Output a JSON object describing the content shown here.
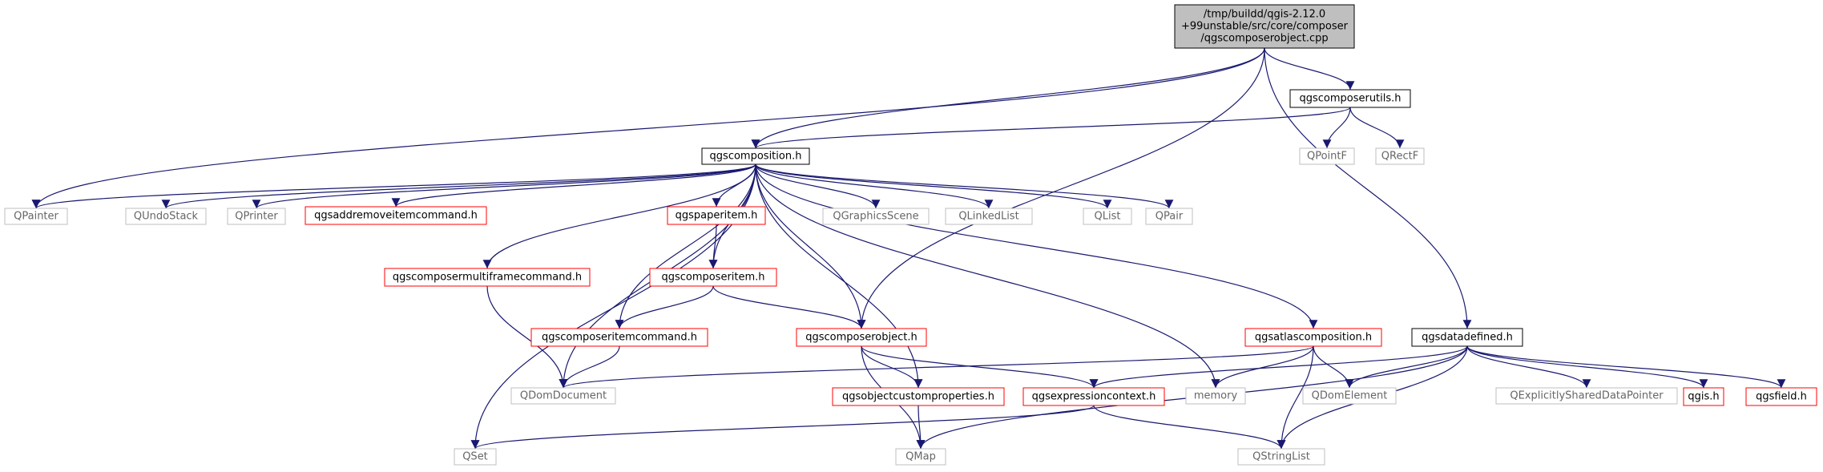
{
  "colors": {
    "edge": "#191970",
    "root_fill": "#bfbfbf",
    "node_text": "#000000",
    "muted_text": "#666666",
    "border_black": "#000000",
    "border_red": "#ff0000",
    "border_gray": "#bfbfbf"
  },
  "nodes": [
    {
      "id": "root",
      "lines": [
        "/tmp/buildd/qgis-2.12.0",
        "+99unstable/src/core/composer",
        "/qgscomposerobject.cpp"
      ],
      "style": "root"
    },
    {
      "id": "qgscomposerutils",
      "lines": [
        "qgscomposerutils.h"
      ],
      "style": "black"
    },
    {
      "id": "qgscomposition",
      "lines": [
        "qgscomposition.h"
      ],
      "style": "black"
    },
    {
      "id": "qpointf",
      "lines": [
        "QPointF"
      ],
      "style": "gray"
    },
    {
      "id": "qrectf",
      "lines": [
        "QRectF"
      ],
      "style": "gray"
    },
    {
      "id": "qpainter",
      "lines": [
        "QPainter"
      ],
      "style": "gray"
    },
    {
      "id": "qundostack",
      "lines": [
        "QUndoStack"
      ],
      "style": "gray"
    },
    {
      "id": "qprinter",
      "lines": [
        "QPrinter"
      ],
      "style": "gray"
    },
    {
      "id": "qgsaddremove",
      "lines": [
        "qgsaddremoveitemcommand.h"
      ],
      "style": "red"
    },
    {
      "id": "qgspaperitem",
      "lines": [
        "qgspaperitem.h"
      ],
      "style": "red"
    },
    {
      "id": "qgraphicsscene",
      "lines": [
        "QGraphicsScene"
      ],
      "style": "gray"
    },
    {
      "id": "qlinkedlist",
      "lines": [
        "QLinkedList"
      ],
      "style": "gray"
    },
    {
      "id": "qlist",
      "lines": [
        "QList"
      ],
      "style": "gray"
    },
    {
      "id": "qpair",
      "lines": [
        "QPair"
      ],
      "style": "gray"
    },
    {
      "id": "qgscomposermultiframecommand",
      "lines": [
        "qgscomposermultiframecommand.h"
      ],
      "style": "red"
    },
    {
      "id": "qgscomposeritem",
      "lines": [
        "qgscomposeritem.h"
      ],
      "style": "red"
    },
    {
      "id": "qgscomposeritemcommand",
      "lines": [
        "qgscomposeritemcommand.h"
      ],
      "style": "red"
    },
    {
      "id": "qgscomposerobject",
      "lines": [
        "qgscomposerobject.h"
      ],
      "style": "red"
    },
    {
      "id": "qgsatlascomposition",
      "lines": [
        "qgsatlascomposition.h"
      ],
      "style": "red"
    },
    {
      "id": "qgsdatadefined",
      "lines": [
        "qgsdatadefined.h"
      ],
      "style": "black"
    },
    {
      "id": "qdomdocument",
      "lines": [
        "QDomDocument"
      ],
      "style": "gray"
    },
    {
      "id": "qgsobjectcustomproperties",
      "lines": [
        "qgsobjectcustomproperties.h"
      ],
      "style": "red"
    },
    {
      "id": "qgsexpressioncontext",
      "lines": [
        "qgsexpressioncontext.h"
      ],
      "style": "red"
    },
    {
      "id": "memory",
      "lines": [
        "memory"
      ],
      "style": "gray"
    },
    {
      "id": "qdomelement",
      "lines": [
        "QDomElement"
      ],
      "style": "gray"
    },
    {
      "id": "qexplicitlyshareddatapointer",
      "lines": [
        "QExplicitlySharedDataPointer"
      ],
      "style": "gray"
    },
    {
      "id": "qgis",
      "lines": [
        "qgis.h"
      ],
      "style": "red"
    },
    {
      "id": "qgsfield",
      "lines": [
        "qgsfield.h"
      ],
      "style": "red"
    },
    {
      "id": "qset",
      "lines": [
        "QSet"
      ],
      "style": "gray"
    },
    {
      "id": "qmap",
      "lines": [
        "QMap"
      ],
      "style": "gray"
    },
    {
      "id": "qstringlist",
      "lines": [
        "QStringList"
      ],
      "style": "gray"
    }
  ],
  "edges": [
    [
      "root",
      "qgscomposerutils"
    ],
    [
      "root",
      "qgscomposition"
    ],
    [
      "root",
      "qpainter"
    ],
    [
      "root",
      "qgscomposerobject"
    ],
    [
      "root",
      "qgsdatadefined"
    ],
    [
      "qgscomposerutils",
      "qgscomposition"
    ],
    [
      "qgscomposerutils",
      "qpointf"
    ],
    [
      "qgscomposerutils",
      "qrectf"
    ],
    [
      "qgscomposition",
      "qpainter"
    ],
    [
      "qgscomposition",
      "qundostack"
    ],
    [
      "qgscomposition",
      "qprinter"
    ],
    [
      "qgscomposition",
      "qgsaddremove"
    ],
    [
      "qgscomposition",
      "qgspaperitem"
    ],
    [
      "qgscomposition",
      "qgraphicsscene"
    ],
    [
      "qgscomposition",
      "qlinkedlist"
    ],
    [
      "qgscomposition",
      "qlist"
    ],
    [
      "qgscomposition",
      "qpair"
    ],
    [
      "qgscomposition",
      "qgscomposermultiframecommand"
    ],
    [
      "qgscomposition",
      "qgscomposeritem"
    ],
    [
      "qgscomposition",
      "qgscomposeritemcommand"
    ],
    [
      "qgscomposition",
      "qgscomposerobject"
    ],
    [
      "qgscomposition",
      "qgsatlascomposition"
    ],
    [
      "qgscomposition",
      "qdomdocument"
    ],
    [
      "qgscomposition",
      "qgsobjectcustomproperties"
    ],
    [
      "qgscomposition",
      "memory"
    ],
    [
      "qgscomposition",
      "qset"
    ],
    [
      "qgspaperitem",
      "qgscomposeritem"
    ],
    [
      "qgscomposermultiframecommand",
      "qdomdocument"
    ],
    [
      "qgscomposeritem",
      "qgscomposeritemcommand"
    ],
    [
      "qgscomposeritem",
      "qgscomposerobject"
    ],
    [
      "qgscomposeritemcommand",
      "qdomdocument"
    ],
    [
      "qgscomposerobject",
      "qgsobjectcustomproperties"
    ],
    [
      "qgscomposerobject",
      "qgsexpressioncontext"
    ],
    [
      "qgscomposerobject",
      "qmap"
    ],
    [
      "qgsatlascomposition",
      "qdomdocument"
    ],
    [
      "qgsatlascomposition",
      "memory"
    ],
    [
      "qgsatlascomposition",
      "qdomelement"
    ],
    [
      "qgsatlascomposition",
      "qstringlist"
    ],
    [
      "qgsdatadefined",
      "qgsexpressioncontext"
    ],
    [
      "qgsdatadefined",
      "qdomelement"
    ],
    [
      "qgsdatadefined",
      "qexplicitlyshareddatapointer"
    ],
    [
      "qgsdatadefined",
      "qgis"
    ],
    [
      "qgsdatadefined",
      "qgsfield"
    ],
    [
      "qgsdatadefined",
      "qmap"
    ],
    [
      "qgsdatadefined",
      "qstringlist"
    ],
    [
      "qgsobjectcustomproperties",
      "qmap"
    ],
    [
      "qgsexpressioncontext",
      "qset"
    ],
    [
      "qgsexpressioncontext",
      "qstringlist"
    ]
  ]
}
